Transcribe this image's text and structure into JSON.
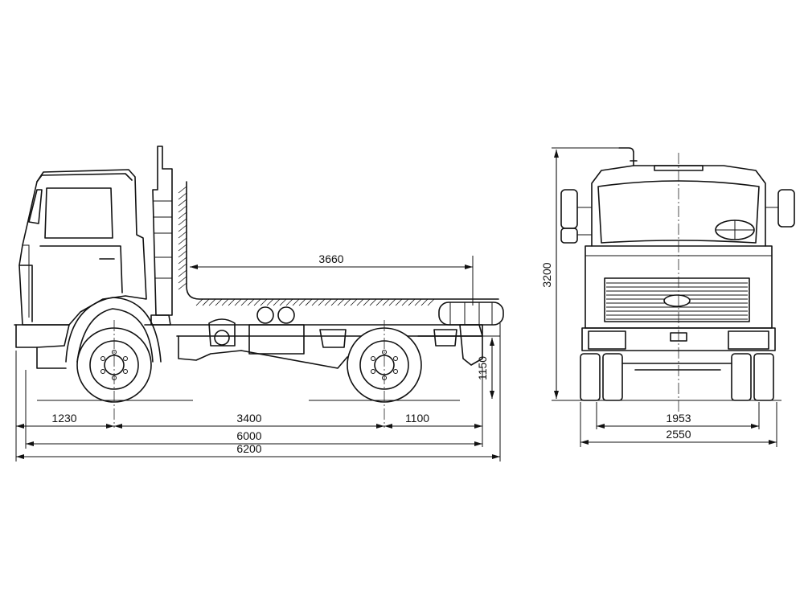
{
  "side_view": {
    "dimensions": {
      "front_overhang": "1230",
      "wheelbase": "3400",
      "rear_overhang": "1100",
      "frame_length": "6000",
      "overall_length": "6200",
      "body_length": "3660",
      "frame_height": "1150"
    }
  },
  "front_view": {
    "dimensions": {
      "overall_height": "3200",
      "track_width": "1953",
      "overall_width": "2550"
    }
  }
}
